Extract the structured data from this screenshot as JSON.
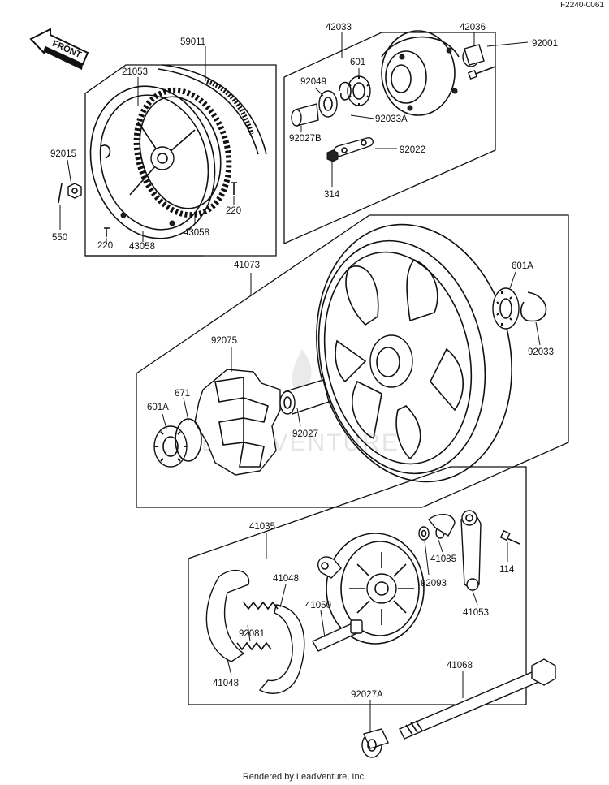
{
  "diagram_code": "F2240-0061",
  "arrow_label": "FRONT",
  "footer": "Rendered by LeadVenture, Inc.",
  "watermark": "LEADVENTURE",
  "labels": {
    "l59011": "59011",
    "l21053": "21053",
    "l92015": "92015",
    "l550": "550",
    "l220a": "220",
    "l220b": "220",
    "l43058a": "43058",
    "l43058b": "43058",
    "l42033": "42033",
    "l42036": "42036",
    "l92001": "92001",
    "l92049": "92049",
    "l601": "601",
    "l92033A": "92033A",
    "l92027B": "92027B",
    "l92022": "92022",
    "l314": "314",
    "l41073": "41073",
    "l601Aa": "601A",
    "l92033": "92033",
    "l92075": "92075",
    "l671": "671",
    "l601Ab": "601A",
    "l92027": "92027",
    "l41035": "41035",
    "l41048a": "41048",
    "l41050": "41050",
    "l92081": "92081",
    "l41048b": "41048",
    "l41085": "41085",
    "l92093": "92093",
    "l41053": "41053",
    "l114": "114",
    "l41068": "41068",
    "l92027A": "92027A"
  }
}
